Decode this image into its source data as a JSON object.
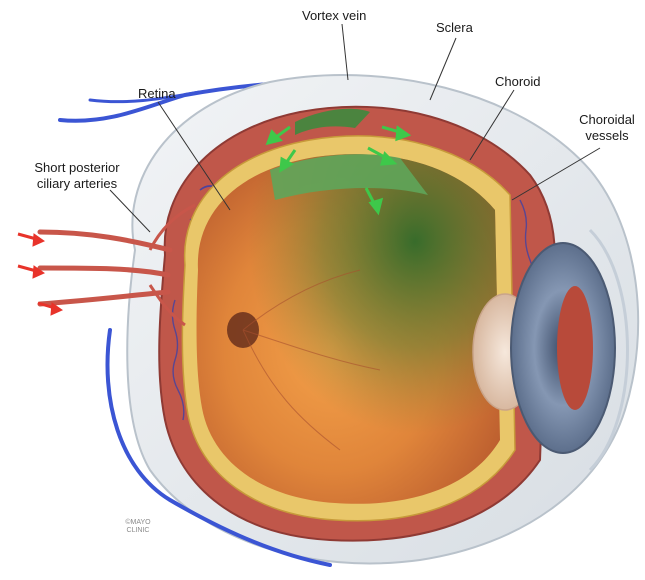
{
  "labels": {
    "vortex_vein": "Vortex vein",
    "sclera": "Sclera",
    "choroid": "Choroid",
    "retina": "Retina",
    "choroidal_vessels_line1": "Choroidal",
    "choroidal_vessels_line2": "vessels",
    "short_posterior_line1": "Short posterior",
    "short_posterior_line2": "ciliary arteries"
  },
  "credit": {
    "line1": "©MAYO",
    "line2": "CLINIC"
  },
  "colors": {
    "vein": "#3b55d4",
    "artery": "#c8564a",
    "arrow_red": "#e8332a",
    "arrow_green": "#3ec84a",
    "sclera": "#e6eaee",
    "retina_orange": "#e08a3c",
    "iris": "#7d8fa8"
  }
}
